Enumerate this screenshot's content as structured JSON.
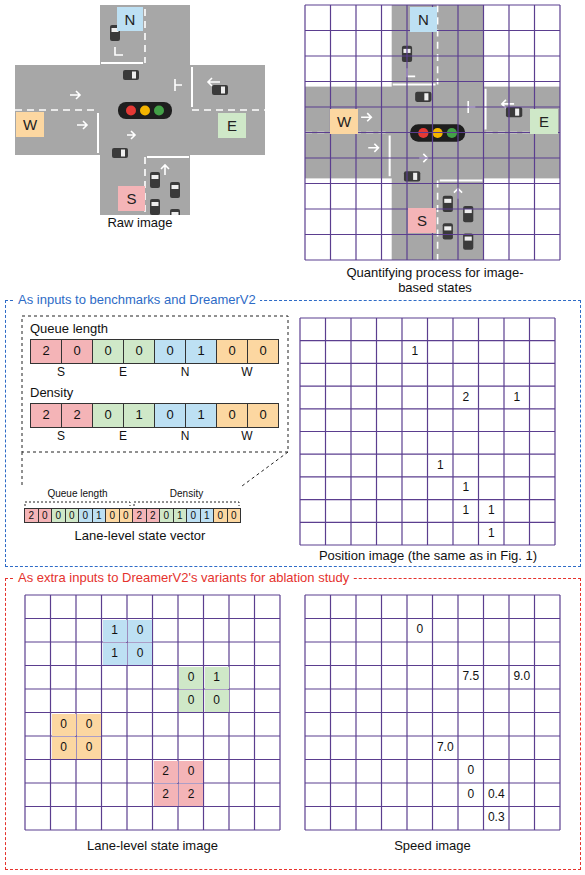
{
  "diagram": {
    "nodes": [
      {
        "text": [
          "N"
        ]
      },
      {
        "text": [
          "W"
        ]
      },
      {
        "text": [
          "E"
        ]
      },
      {
        "text": [
          "S"
        ]
      },
      {
        "text": [
          "N"
        ]
      },
      {
        "text": [
          "W"
        ]
      },
      {
        "text": [
          "E"
        ]
      },
      {
        "text": [
          "S"
        ]
      },
      {
        "text": [
          "As inputs to benchmarks and DreamerV2"
        ]
      },
      {
        "text": [
          "As extra inputs to DreamerV2's variants for ablation study"
        ]
      }
    ],
    "labels": [
      "Raw image",
      "Quantifying process for image-based states",
      "Queue length",
      "2",
      "0",
      "0",
      "0",
      "0",
      "1",
      "0",
      "0",
      "S",
      "E",
      "N",
      "W",
      "Density",
      "2",
      "2",
      "0",
      "1",
      "0",
      "1",
      "0",
      "0",
      "S",
      "E",
      "N",
      "W",
      "Queue length",
      "Density",
      "2",
      "0",
      "0",
      "0",
      "0",
      "1",
      "0",
      "0",
      "2",
      "2",
      "0",
      "1",
      "0",
      "1",
      "0",
      "0",
      "Lane-level state vector",
      "1",
      "2",
      "1",
      "1",
      "1",
      "1",
      "1",
      "1",
      "Position image (the same as in Fig. 1)",
      "1",
      "0",
      "1",
      "0",
      "0",
      "1",
      "0",
      "0",
      "0",
      "0",
      "0",
      "0",
      "2",
      "0",
      "2",
      "2",
      "Lane-level state image",
      "0",
      "7.5",
      "9.0",
      "7.0",
      "0",
      "0",
      "0.4",
      "0.3",
      "Speed image"
    ]
  }
}
